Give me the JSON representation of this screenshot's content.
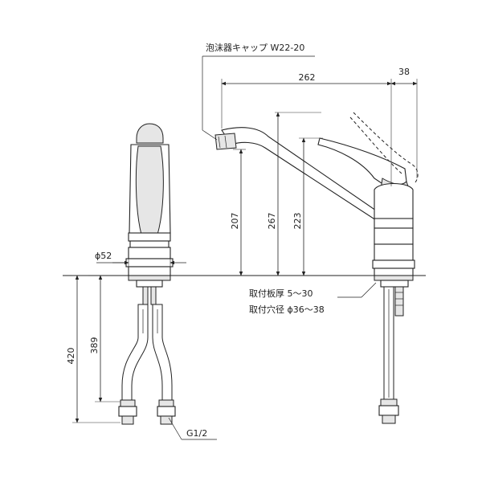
{
  "labels": {
    "aerator_cap": "泡沫器キャップ W22-20",
    "dim_262": "262",
    "dim_38": "38",
    "dim_207": "207",
    "dim_267": "267",
    "dim_223": "223",
    "dim_phi52": "ϕ52",
    "mount_thickness": "取付板厚 5～30",
    "mount_hole": "取付穴径 ϕ36～38",
    "dim_420": "420",
    "dim_389": "389",
    "thread": "G1/2"
  }
}
